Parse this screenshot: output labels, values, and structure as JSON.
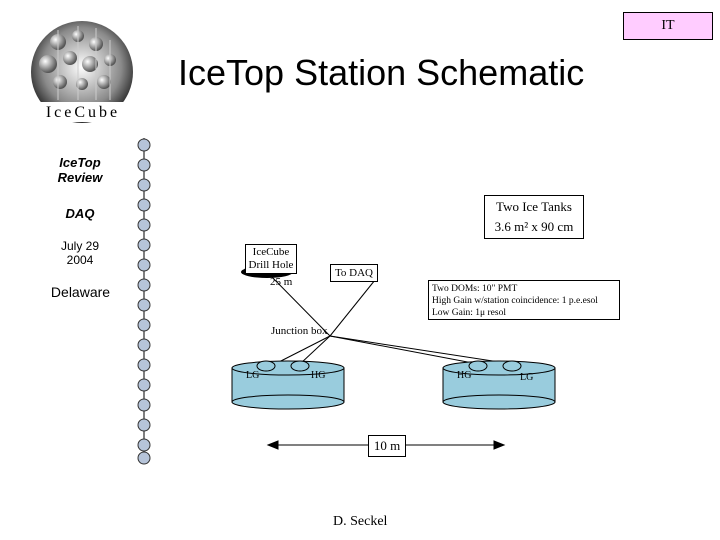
{
  "header": {
    "badge": "IT",
    "title": "IceTop Station Schematic",
    "logo_text": "IceCube"
  },
  "sidebar": {
    "review": "IceTop Review",
    "daq": "DAQ",
    "date": "July 29 2004",
    "location": "Delaware"
  },
  "diagram": {
    "tanks_title": "Two Ice Tanks",
    "tanks_size": "3.6 m² x 90 cm",
    "drill_hole": "IceCube Drill Hole",
    "to_daq": "To DAQ",
    "distance_25": "25 m",
    "dom_spec_1": "Two DOMs: 10\" PMT",
    "dom_spec_2": "High Gain w/station coincidence: 1 p.e.esol",
    "dom_spec_3": "Low Gain: 1μ   resol",
    "junction_box": "Junction box",
    "tank_left_lg": "LG",
    "tank_left_hg": "HG",
    "tank_right_hg": "HG",
    "tank_right_lg": "LG",
    "spacing": "10 m"
  },
  "footer": {
    "author": "D. Seckel"
  }
}
